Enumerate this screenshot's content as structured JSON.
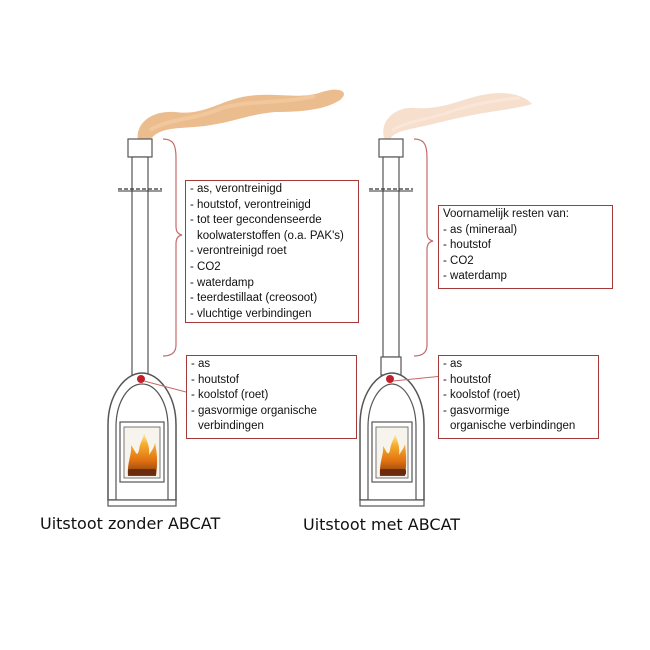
{
  "left": {
    "upper_list": [
      "- as, verontreinigd",
      "- houtstof, verontreinigd",
      "- tot teer gecondenseerde",
      "  koolwaterstoffen (o.a. PAK's)",
      "- verontreinigd roet",
      "- CO2",
      "- waterdamp",
      "- teerdestillaat (creosoot)",
      "- vluchtige verbindingen"
    ],
    "lower_list": [
      "- as",
      "- houtstof",
      "- koolstof (roet)",
      "- gasvormige  organische",
      "  verbindingen"
    ],
    "caption": "Uitstoot zonder ABCAT"
  },
  "right": {
    "upper_list": [
      "Voornamelijk resten van:",
      "- as (mineraal)",
      "- houtstof",
      "- CO2",
      "- waterdamp"
    ],
    "lower_list": [
      "- as",
      "- houtstof",
      "- koolstof (roet)",
      "- gasvormige",
      "  organische verbindingen"
    ],
    "caption": "Uitstoot met ABCAT"
  },
  "colors": {
    "smoke_heavy": "#e8b07a",
    "smoke_light": "#f6d9c6",
    "box_border": "#a43a3a",
    "bracket": "#c46a6a",
    "sensor": "#c0202a",
    "stove_outline": "#555555",
    "fire": "#f0a020"
  }
}
